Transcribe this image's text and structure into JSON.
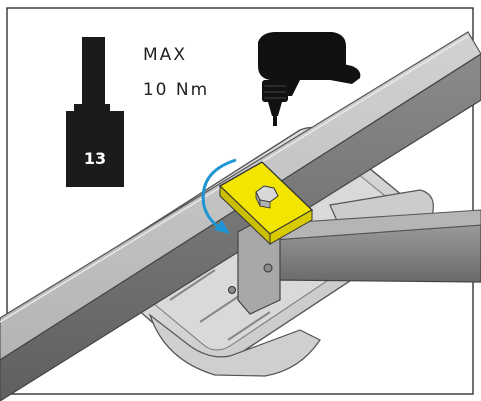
{
  "socket": {
    "size_label": "13"
  },
  "torque": {
    "max_label": "MAX",
    "value_label": "10 Nm"
  },
  "colors": {
    "clamp": "#f2e500",
    "arrow": "#1f95d4",
    "bar_dark": "#707070",
    "bar_light": "#c8c8c8",
    "tool": "#111111"
  },
  "icons": {
    "drill": "drill-driver-icon",
    "socket": "socket-wrench-icon",
    "rotate_arrow": "rotate-clockwise-arrow-icon"
  }
}
